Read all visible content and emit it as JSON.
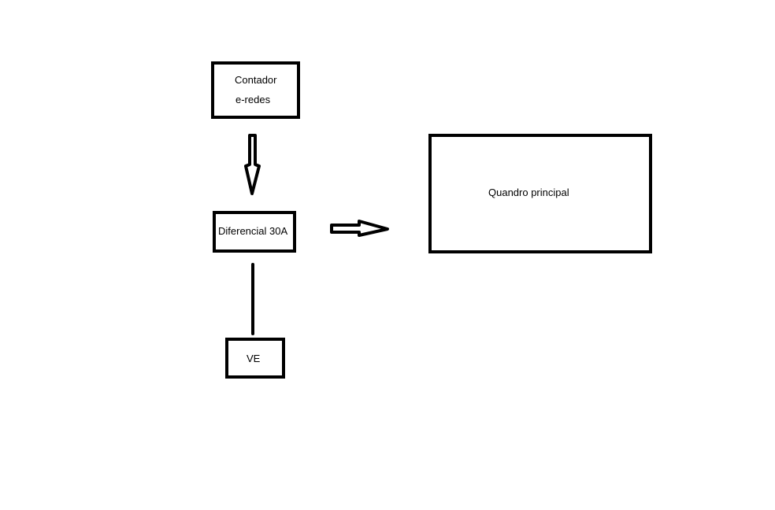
{
  "nodes": {
    "meter": {
      "line1": "Contador",
      "line2": "e-redes"
    },
    "rcd": {
      "label": "Diferencial 30A"
    },
    "ev": {
      "label": "VE"
    },
    "main_panel": {
      "label": "Quandro principal"
    }
  },
  "edges": [
    {
      "from": "meter",
      "to": "rcd",
      "style": "hollow-arrow"
    },
    {
      "from": "rcd",
      "to": "main_panel",
      "style": "hollow-arrow"
    },
    {
      "from": "rcd",
      "to": "ev",
      "style": "line"
    }
  ],
  "colors": {
    "stroke": "#000000",
    "background": "#ffffff"
  }
}
